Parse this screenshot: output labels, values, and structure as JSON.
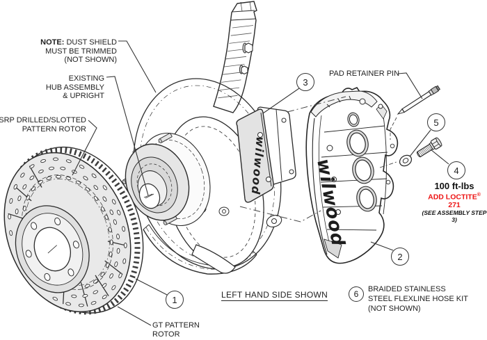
{
  "colors": {
    "line": "#2b2b2b",
    "red": "#ed1515",
    "rotor_fill": "#e9e9e9",
    "shade": "#d9d9d9"
  },
  "labels": {
    "note": {
      "bold": "NOTE:",
      "line1": " DUST SHIELD",
      "line2": "MUST BE TRIMMED",
      "line3": "(NOT SHOWN)"
    },
    "hub": {
      "line1": "EXISTING",
      "line2": "HUB ASSEMBLY",
      "line3": "& UPRIGHT"
    },
    "rotor": {
      "line1": "SRP DRILLED/SLOTTED",
      "line2": "PATTERN ROTOR"
    },
    "pad_pin": "PAD RETAINER PIN",
    "torque": "100 ft-lbs",
    "loctite": {
      "text": "ADD LOCTITE",
      "reg": "®",
      "num": " 271"
    },
    "assembly_step": "(SEE ASSEMBLY STEP 3)",
    "view_note": "LEFT HAND SIDE SHOWN",
    "hose": {
      "line1": "BRAIDED STAINLESS",
      "line2": "STEEL FLEXLINE HOSE KIT",
      "line3": "(NOT SHOWN)"
    },
    "gt": {
      "line1": "GT PATTERN",
      "line2": "ROTOR"
    }
  },
  "callouts": {
    "rotor": "1",
    "caliper": "2",
    "pads": "3",
    "bolt": "4",
    "washer": "5",
    "hose": "6"
  },
  "brand": {
    "pad_script": "wilwood",
    "caliper_script": "wilwood"
  }
}
